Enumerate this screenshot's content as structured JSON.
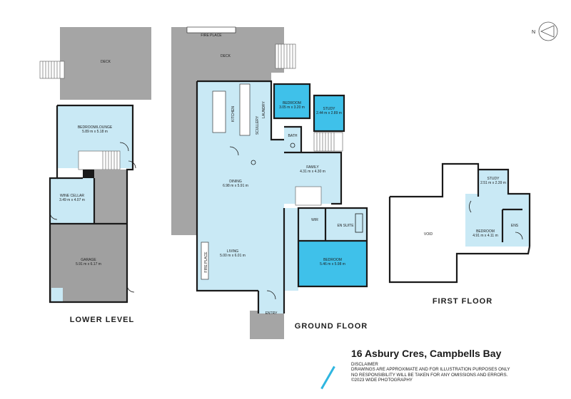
{
  "levels": {
    "lower": "LOWER LEVEL",
    "ground": "GROUND FLOOR",
    "first": "FIRST FLOOR"
  },
  "rooms": {
    "deck_lower": "DECK",
    "bedroom_lounge": {
      "name": "BEDROOM/LOUNGE",
      "dims": "5.89 m x 5.18 m"
    },
    "wine_cellar": {
      "name": "WINE CELLAR",
      "dims": "3.49 m x 4.07 m"
    },
    "garage": {
      "name": "GARAGE",
      "dims": "5.91 m x 6.17 m"
    },
    "fire_place_top": "FIRE PLACE",
    "deck_ground": "DECK",
    "kitchen": "KITCHEN",
    "laundry": "LAUNDRY",
    "scullery": "SCULLERY",
    "bedroom_g1": {
      "name": "BEDROOM",
      "dims": "3.05 m x 3.20 m"
    },
    "study_g": {
      "name": "STUDY",
      "dims": "2.44 m x 2.89 m"
    },
    "bath": "BATH",
    "family": {
      "name": "FAMILY",
      "dims": "4.31 m x 4.30 m"
    },
    "dining": {
      "name": "DINING",
      "dims": "6.98 m x 5.91 m"
    },
    "wir": "WIR",
    "en_suite": "EN SUITE",
    "bedroom_master": {
      "name": "BEDROOM",
      "dims": "5.46 m x 5.98 m"
    },
    "living": {
      "name": "LIVING",
      "dims": "5.00 m x 6.01 m"
    },
    "fire_place_side": "FIRE PLACE",
    "entry": "ENTRY",
    "void": "VOID",
    "study_f": {
      "name": "STUDY",
      "dims": "2.51 m x 2.39 m"
    },
    "bedroom_f": {
      "name": "BEDROOM",
      "dims": "4.91 m x 4.11 m"
    },
    "ens": "ENS"
  },
  "address": "16 Asbury Cres, Campbells Bay",
  "disclaimer": [
    "DISCLAIMER",
    "DRAWINGS ARE APPROXIMATE AND FOR ILLUSTRATION PURPOSES ONLY",
    "NO RESPONSIBILITY WILL BE TAKEN FOR ANY OMISSIONS AND ERRORS.",
    "©2023 WIDE PHOTOGRAPHY"
  ],
  "compass_label": "N",
  "colors": {
    "light_blue": "#c9e9f5",
    "mid_blue": "#3fc1ea",
    "deck_gray": "#a5a5a5",
    "garage_gray": "#a0a0a0",
    "wall": "#1a1a1a",
    "accent": "#2fb6e0"
  }
}
